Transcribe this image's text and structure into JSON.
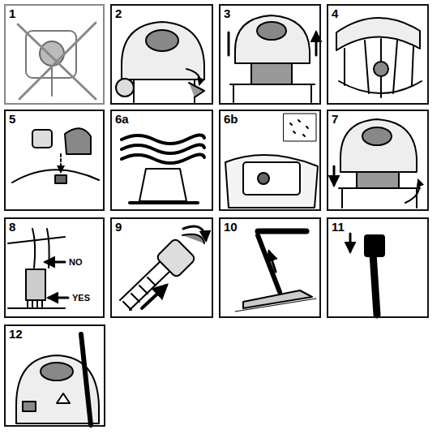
{
  "diagram": {
    "nodes": [
      {
        "text": [
          "1"
        ]
      },
      {
        "text": [
          "2"
        ]
      },
      {
        "text": [
          "3"
        ]
      },
      {
        "text": [
          "4"
        ]
      },
      {
        "text": [
          "5"
        ]
      },
      {
        "text": [
          "6a"
        ]
      },
      {
        "text": [
          "6b"
        ]
      },
      {
        "text": [
          "7"
        ]
      },
      {
        "text": [
          "8"
        ]
      },
      {
        "text": [
          "9"
        ]
      },
      {
        "text": [
          "10"
        ]
      },
      {
        "text": [
          "11"
        ]
      },
      {
        "text": [
          "12"
        ]
      }
    ],
    "labels": [
      "NO",
      "YES"
    ]
  }
}
